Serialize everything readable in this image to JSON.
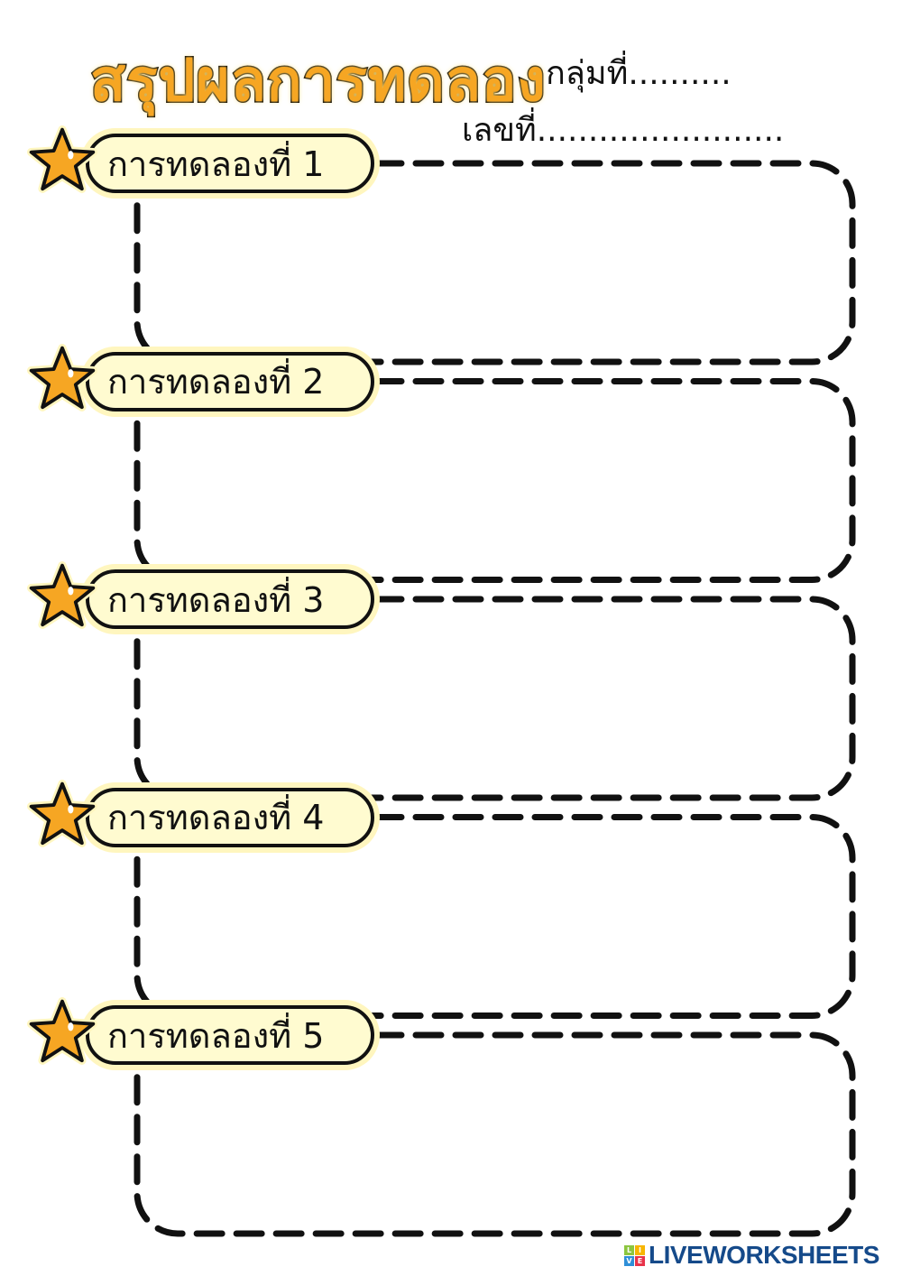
{
  "header": {
    "title": "สรุปผลการทดลอง",
    "group_field": "กลุ่มที่..........",
    "number_field": "เลขที่........................"
  },
  "sections": [
    {
      "label": "การทดลองที่ 1"
    },
    {
      "label": "การทดลองที่ 2"
    },
    {
      "label": "การทดลองที่ 3"
    },
    {
      "label": "การทดลองที่ 4"
    },
    {
      "label": "การทดลองที่ 5"
    }
  ],
  "footer": {
    "brand": "LIVEWORKSHEETS",
    "logo_letters": [
      "L",
      "I",
      "V",
      "E"
    ]
  },
  "colors": {
    "star": "#f6a623",
    "label_bg": "#fffbd0",
    "brand": "#154a8a"
  }
}
